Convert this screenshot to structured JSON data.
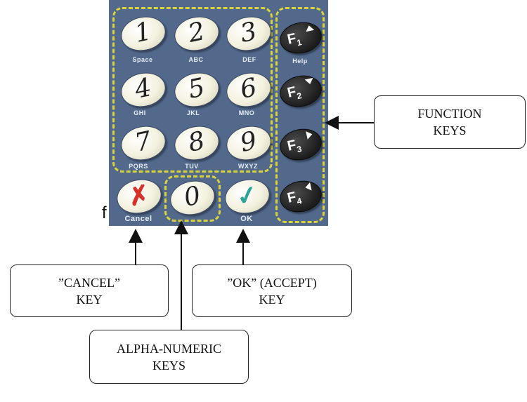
{
  "keypad": {
    "number_keys": [
      {
        "digit": "1",
        "sub": "Space"
      },
      {
        "digit": "2",
        "sub": "ABC"
      },
      {
        "digit": "3",
        "sub": "DEF"
      },
      {
        "digit": "4",
        "sub": "GHI"
      },
      {
        "digit": "5",
        "sub": "JKL"
      },
      {
        "digit": "6",
        "sub": "MNO"
      },
      {
        "digit": "7",
        "sub": "PQRS"
      },
      {
        "digit": "8",
        "sub": "TUV"
      },
      {
        "digit": "9",
        "sub": "WXYZ"
      }
    ],
    "cancel_key": {
      "symbol": "✗",
      "sub": "Cancel"
    },
    "zero_key": {
      "digit": "0"
    },
    "ok_key": {
      "symbol": "✓",
      "sub": "OK"
    },
    "function_keys": [
      {
        "label": "F",
        "num": "1",
        "arrow": "up",
        "sub": "Help"
      },
      {
        "label": "F",
        "num": "2",
        "arrow": "down",
        "sub": ""
      },
      {
        "label": "F",
        "num": "3",
        "arrow": "right",
        "sub": ""
      },
      {
        "label": "F",
        "num": "4",
        "arrow": "left",
        "sub": ""
      }
    ],
    "stray_letter": "f",
    "colors": {
      "panel": "#52698c",
      "dash": "#d9d43a",
      "cancel": "#d8312a",
      "ok": "#2aa39a"
    }
  },
  "callouts": {
    "function": {
      "line1": "FUNCTION",
      "line2": "KEYS"
    },
    "cancel": {
      "line1": "”CANCEL”",
      "line2": "KEY"
    },
    "ok": {
      "line1": "”OK” (ACCEPT)",
      "line2": "KEY"
    },
    "alpha": {
      "line1": "ALPHA-NUMERIC",
      "line2": "KEYS"
    }
  }
}
